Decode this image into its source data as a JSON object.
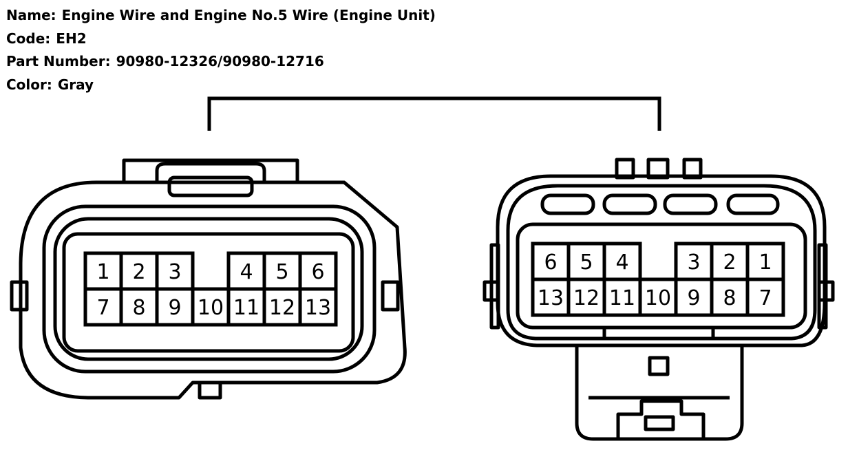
{
  "connector_info": {
    "name_label": "Name:",
    "name": "Engine Wire and Engine No.5 Wire (Engine Unit)",
    "code_label": "Code:",
    "code": "EH2",
    "part_number_label": "Part Number:",
    "part_number": "90980-12326/90980-12716",
    "color_label": "Color:",
    "color": "Gray"
  },
  "left_connector": {
    "top_row": [
      "1",
      "2",
      "3",
      "",
      "4",
      "5",
      "6"
    ],
    "bottom_row": [
      "7",
      "8",
      "9",
      "10",
      "11",
      "12",
      "13"
    ]
  },
  "right_connector": {
    "top_row": [
      "6",
      "5",
      "4",
      "",
      "3",
      "2",
      "1"
    ],
    "bottom_row": [
      "13",
      "12",
      "11",
      "10",
      "9",
      "8",
      "7"
    ]
  }
}
